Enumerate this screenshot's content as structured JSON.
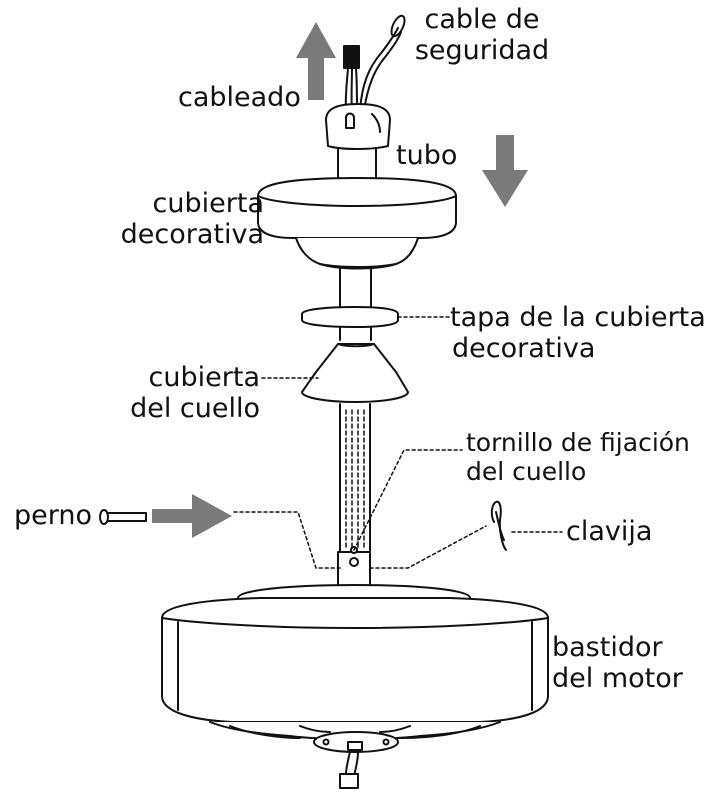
{
  "labels": {
    "safety_cable": [
      "cable de",
      "seguridad"
    ],
    "wiring": "cableado",
    "downrod": "tubo",
    "canopy": [
      "cubierta",
      "decorativa"
    ],
    "canopy_cover": [
      "tapa de la cubierta",
      "decorativa"
    ],
    "collar_cover": [
      "cubierta",
      "del cuello"
    ],
    "collar_set_screw": [
      "tornillo de fijación",
      "del cuello"
    ],
    "pin": "perno",
    "clip": "clavija",
    "motor_housing": [
      "bastidor",
      "del motor"
    ]
  },
  "colors": {
    "line": "#111111",
    "arrow": "#7a7a7a",
    "fill": "#ffffff"
  },
  "icons": {
    "up_arrow": "arrow-up-icon",
    "down_arrow": "arrow-down-icon",
    "right_arrow": "arrow-right-icon"
  }
}
